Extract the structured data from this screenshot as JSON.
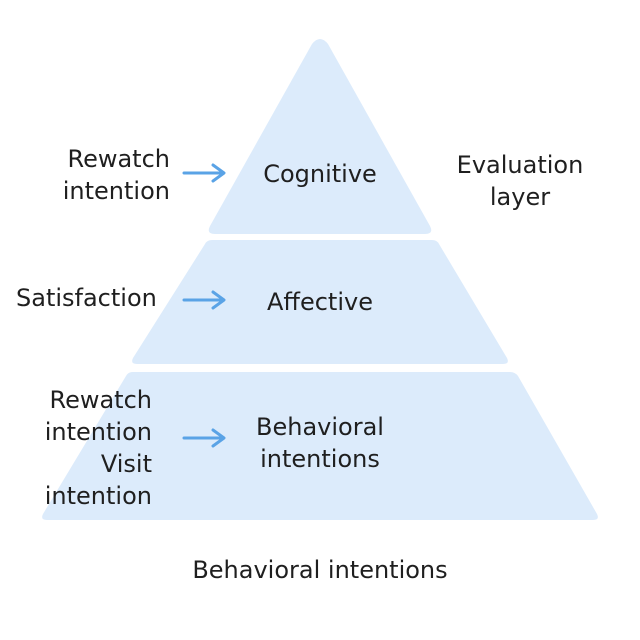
{
  "colors": {
    "tier_fill": "#dcebfb",
    "arrow": "#5aa3e6",
    "text": "#1f1f1f",
    "background": "#ffffff"
  },
  "tiers": [
    {
      "label": "Cognitive",
      "input_lines": [
        "Rewatch",
        "intention"
      ]
    },
    {
      "label": "Affective",
      "input_lines": [
        "Satisfaction"
      ]
    },
    {
      "label_lines": [
        "Behavioral",
        "intentions"
      ],
      "input_lines": [
        "Rewatch",
        "intention",
        "Visit",
        "intention"
      ]
    }
  ],
  "side_label_lines": [
    "Evaluation",
    "layer"
  ],
  "caption": "Behavioral intentions",
  "arrow_icon": "right-arrow-icon"
}
